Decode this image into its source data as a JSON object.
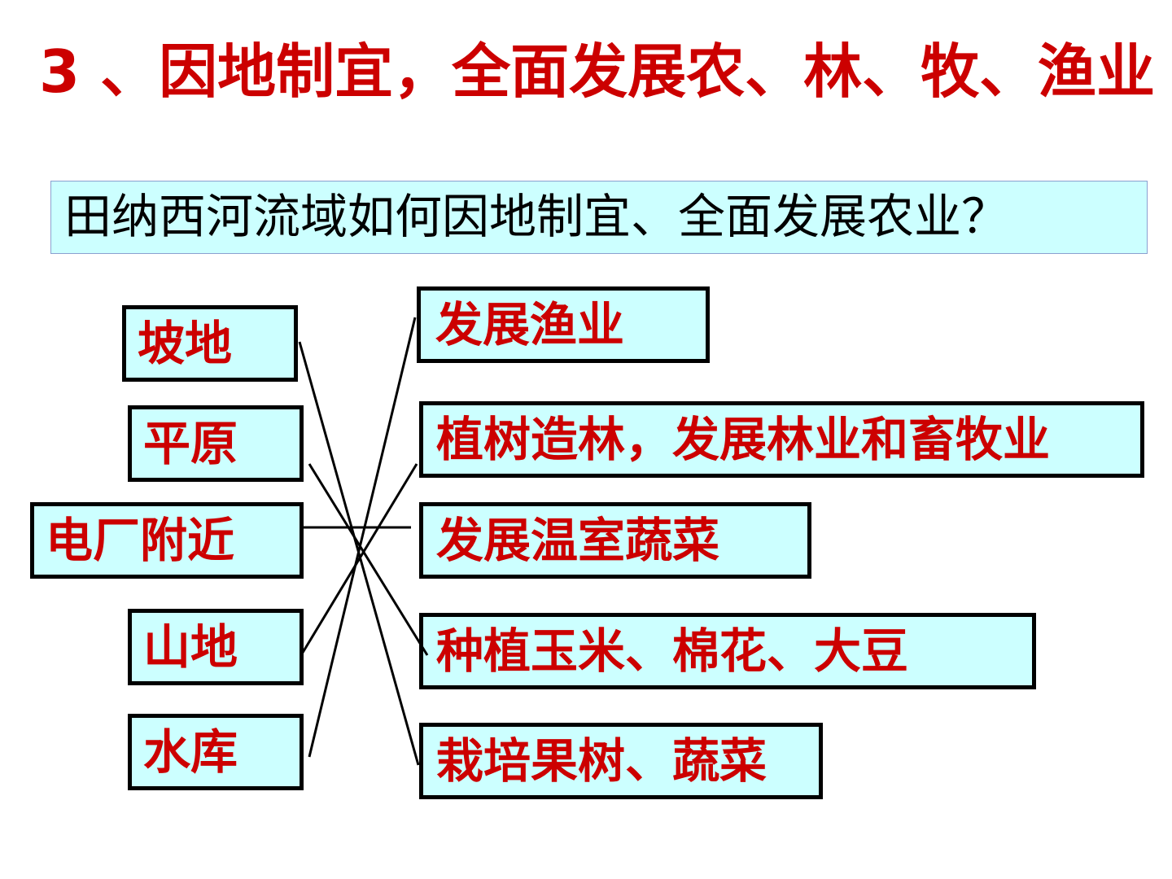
{
  "title": "3 、因地制宜，全面发展农、林、牧、渔业",
  "question": "田纳西河流域如何因地制宜、全面发展农业？",
  "left_items": [
    "坡地",
    "平原",
    "电厂附近",
    "山地",
    "水库"
  ],
  "right_items": [
    "发展渔业",
    "植树造林，发展林业和畜牧业",
    "发展温室蔬菜",
    "种植玉米、棉花、大豆",
    "栽培果树、蔬菜"
  ],
  "connections": [
    {
      "from": "坡地",
      "to": "栽培果树、蔬菜"
    },
    {
      "from": "平原",
      "to": "种植玉米、棉花、大豆"
    },
    {
      "from": "电厂附近",
      "to": "发展温室蔬菜"
    },
    {
      "from": "山地",
      "to": "植树造林，发展林业和畜牧业"
    },
    {
      "from": "水库",
      "to": "发展渔业"
    }
  ],
  "colors": {
    "title": "#cc0000",
    "label": "#cc0000",
    "box_fill": "#ccffff",
    "border": "#000000"
  }
}
